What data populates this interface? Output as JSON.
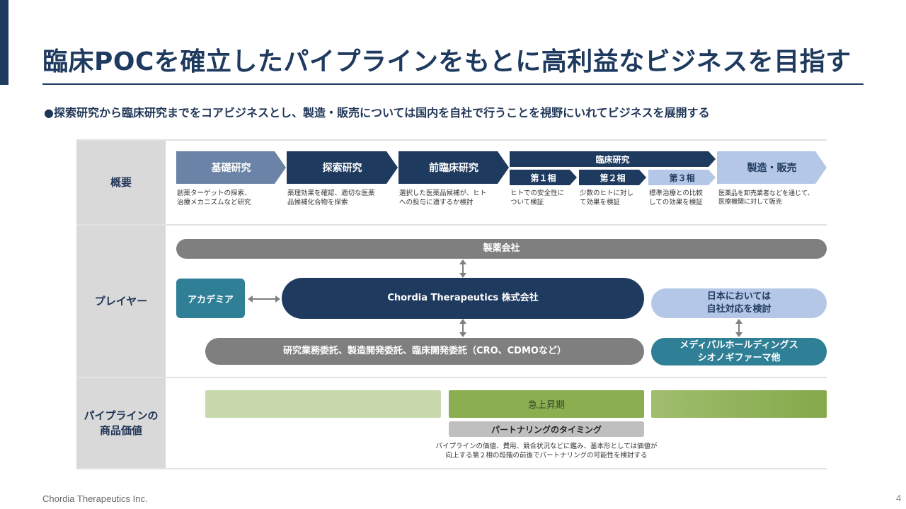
{
  "title": "臨床POCを確立したパイプラインをもとに高利益なビジネスを目指す",
  "bullet": "●探索研究から臨床研究までをコアビジネスとし、製造・販売については国内を自社で行うことを視野にいれてビジネスを展開する",
  "rows": {
    "overview": "概要",
    "player": "プレイヤー",
    "value_line1": "パイプラインの",
    "value_line2": "商品価値"
  },
  "stages": {
    "kiso": "基礎研究",
    "tansaku": "探索研究",
    "zenrinsho": "前臨床研究",
    "rinsho": "臨床研究",
    "phase1": "第１相",
    "phase2": "第２相",
    "phase3": "第３相",
    "seizo": "製造・販売"
  },
  "descriptions": {
    "kiso": [
      "創薬ターゲットの探索、",
      "治療メカニズムなど研究"
    ],
    "tansaku": [
      "薬理効果を確認、適切な医薬",
      "品候補化合物を探索"
    ],
    "zenrinsho": [
      "選択した医薬品候補が、ヒト",
      "への投与に適するか検討"
    ],
    "phase1": [
      "ヒトでの安全性に",
      "ついて検証"
    ],
    "phase2": [
      "少数のヒトに対し",
      "て効果を検証"
    ],
    "phase3": [
      "標準治療との比較",
      "しての効果を検証"
    ],
    "seizo": [
      "医薬品を卸売業者などを通じて、",
      "医療機関に対して販売"
    ]
  },
  "players": {
    "pharma": "製薬会社",
    "academia": "アカデミア",
    "chordia": "Chordia Therapeutics 株式会社",
    "japan_line1": "日本においては",
    "japan_line2": "自社対応を検討",
    "outsourcing": "研究業務委託、製造開発委託、臨床開発委託（CRO、CDMOなど）",
    "distributor_line1": "メディパルホールディングス",
    "distributor_line2": "シオノギファーマ他"
  },
  "value": {
    "surge": "急上昇期",
    "partnering_timing": "パートナリングのタイミング",
    "note_line1": "パイプラインの価値、費用、競合状況などに鑑み、基本形としては価値が",
    "note_line2": "向上する第２相の段階の前後でパートナリングの可能性を検討する"
  },
  "footer": "Chordia Therapeutics Inc.",
  "page_number": "4",
  "colors": {
    "navy": "#1f3a5f",
    "stage_light_blue": "#6b83a6",
    "stage_pale_blue": "#b4c7e7",
    "teal": "#2f7f96",
    "gray": "#7f7f7f",
    "green_light": "#c5d8a8",
    "green": "#8aae50"
  }
}
